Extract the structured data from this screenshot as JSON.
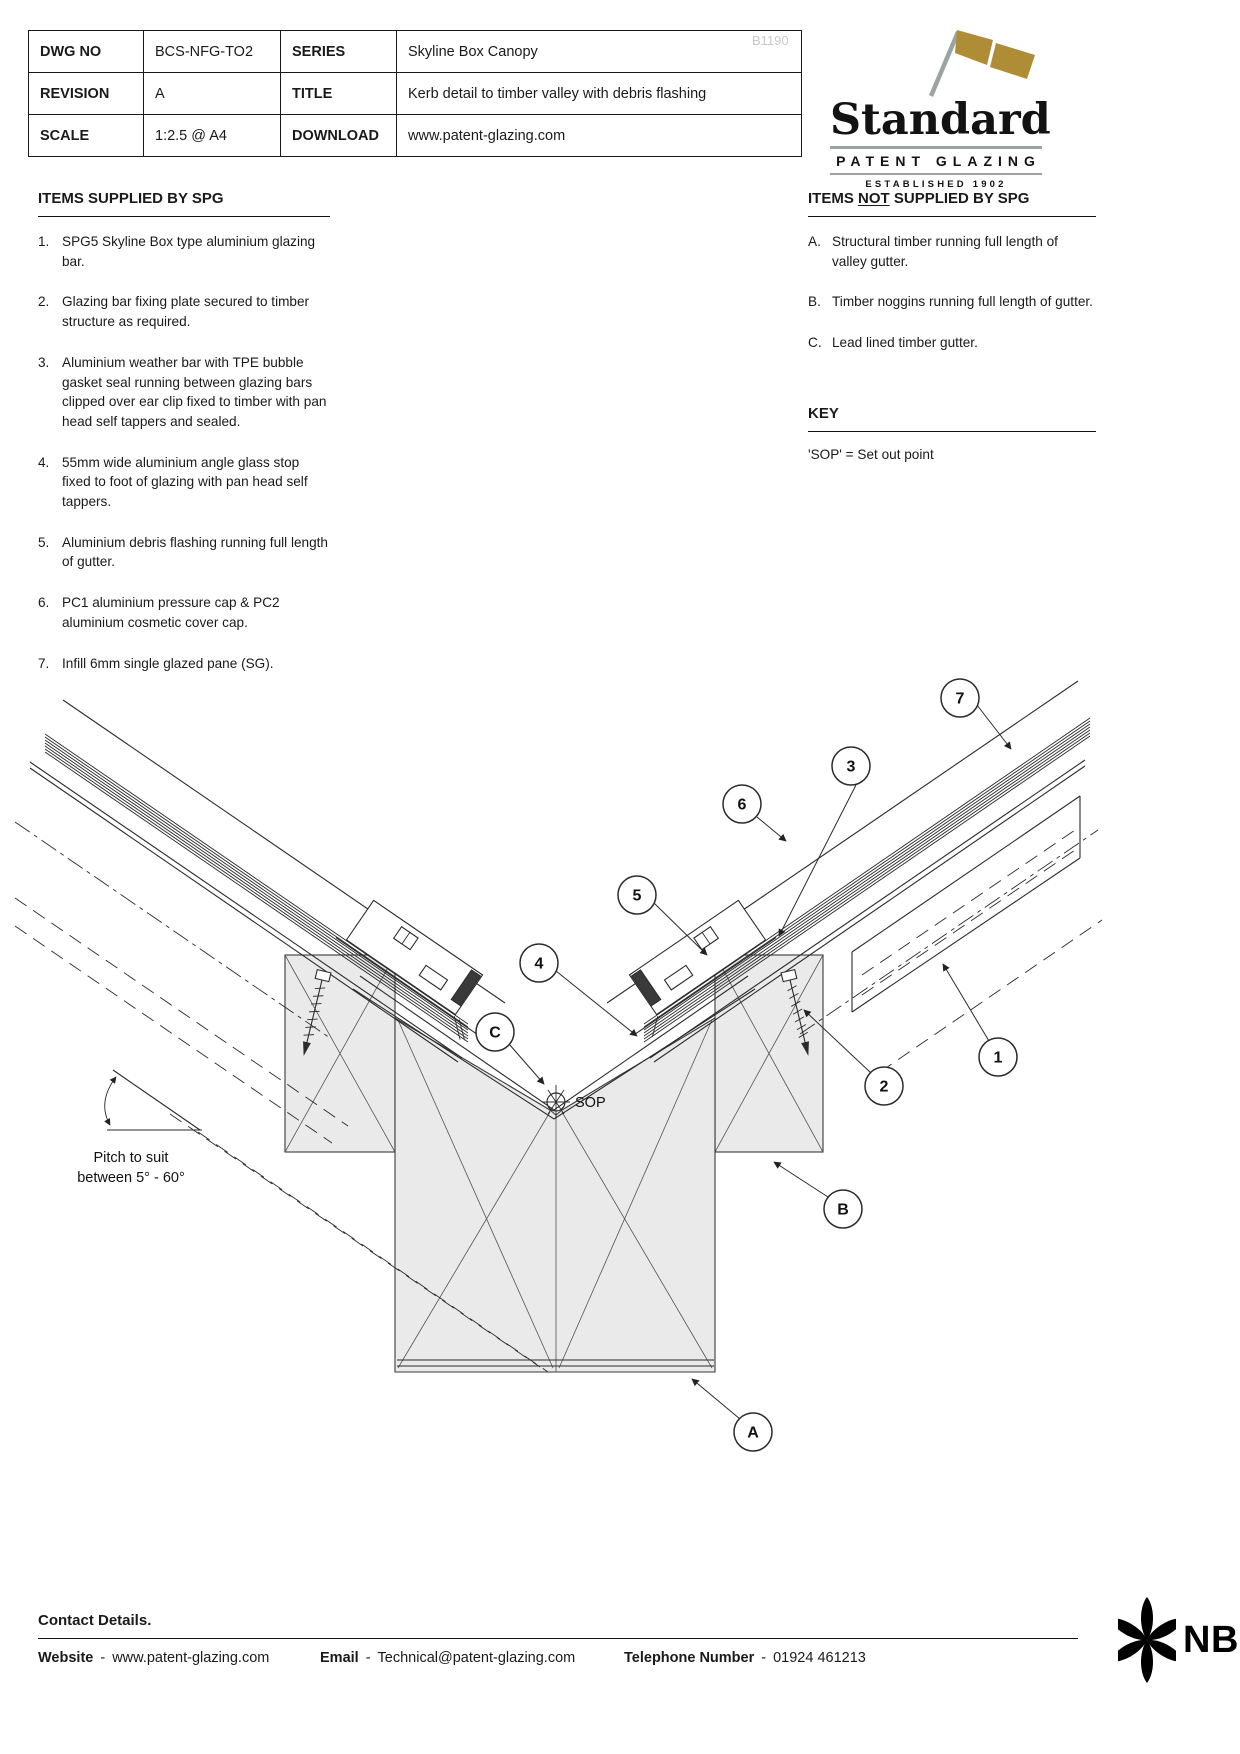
{
  "title_block": {
    "watermark": "B1190",
    "rows": [
      {
        "label": "DWG NO",
        "value": "BCS-NFG-TO2",
        "label2": "SERIES",
        "value2": "Skyline Box Canopy"
      },
      {
        "label": "REVISION",
        "value": "A",
        "label2": "TITLE",
        "value2": "Kerb detail to timber valley with debris flashing"
      },
      {
        "label": "SCALE",
        "value": "1:2.5 @ A4",
        "label2": "DOWNLOAD",
        "value2": "www.patent-glazing.com"
      }
    ]
  },
  "logo": {
    "word": "Standard",
    "subtitle": "PATENT GLAZING",
    "established": "ESTABLISHED 1902",
    "flag_gold": "#ae8d36",
    "rule_grey": "#9aa5a3"
  },
  "items_supplied": {
    "heading": "ITEMS SUPPLIED BY SPG",
    "items": [
      {
        "num": "1.",
        "text": "SPG5 Skyline Box type aluminium glazing bar."
      },
      {
        "num": "2.",
        "text": "Glazing bar fixing plate secured to timber structure as required."
      },
      {
        "num": "3.",
        "text": "Aluminium weather bar with TPE bubble gasket seal running between glazing bars clipped over ear clip fixed to timber with pan head self tappers and sealed."
      },
      {
        "num": "4.",
        "text": "55mm wide aluminium angle glass stop fixed to foot of glazing with pan head self tappers."
      },
      {
        "num": "5.",
        "text": "Aluminium debris flashing running full length of gutter."
      },
      {
        "num": "6.",
        "text": "PC1 aluminium pressure cap & PC2 aluminium cosmetic cover cap."
      },
      {
        "num": "7.",
        "text": "Infill 6mm single glazed pane (SG)."
      }
    ]
  },
  "items_not_supplied": {
    "heading_prefix": "ITEMS ",
    "heading_not": "NOT",
    "heading_suffix": " SUPPLIED BY SPG",
    "items": [
      {
        "num": "A.",
        "text": "Structural timber running full length of valley gutter."
      },
      {
        "num": "B.",
        "text": "Timber noggins running full length of gutter."
      },
      {
        "num": "C.",
        "text": "Lead lined timber gutter."
      }
    ]
  },
  "key": {
    "heading": "KEY",
    "entry": "'SOP' = Set out point"
  },
  "drawing": {
    "balloons": [
      "7",
      "3",
      "6",
      "5",
      "4",
      "C",
      "1",
      "2",
      "B",
      "A"
    ],
    "sop_label": "SOP",
    "pitch_line1": "Pitch to suit",
    "pitch_line2": "between 5° - 60°"
  },
  "contact": {
    "heading": "Contact Details.",
    "sep": "-",
    "website_label": "Website",
    "website": "www.patent-glazing.com",
    "email_label": "Email",
    "email": "Technical@patent-glazing.com",
    "phone_label": "Telephone Number",
    "phone": "01924 461213",
    "nbs": "NBS"
  }
}
